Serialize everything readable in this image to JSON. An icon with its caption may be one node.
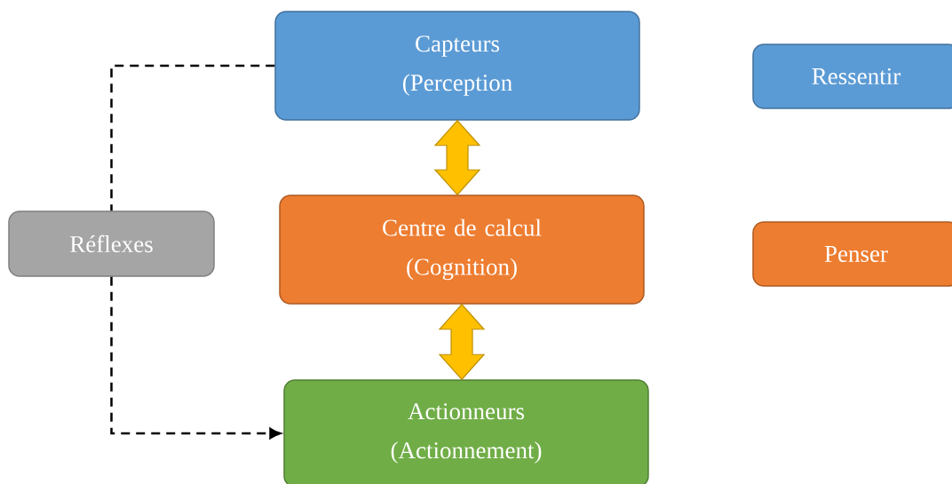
{
  "diagram": {
    "nodes": [
      {
        "text": [
          "Capteurs (Perception"
        ]
      },
      {
        "text": [
          "Centre de calcul (Cognition)"
        ]
      },
      {
        "text": [
          "Actionneurs (Actionnement)"
        ]
      },
      {
        "text": [
          "Réflexes"
        ]
      },
      {
        "text": [
          "Ressentir"
        ]
      },
      {
        "text": [
          "Penser"
        ]
      }
    ],
    "edges": [
      {
        "from": 0,
        "to": 1,
        "arrow": "both",
        "style": "thick",
        "color": "#ffc000"
      },
      {
        "from": 1,
        "to": 2,
        "arrow": "both",
        "style": "thick",
        "color": "#ffc000"
      },
      {
        "from": 0,
        "to": 3,
        "arrow": "none",
        "style": "dashed"
      },
      {
        "from": 3,
        "to": 2,
        "arrow": "to",
        "style": "dashed"
      }
    ]
  }
}
